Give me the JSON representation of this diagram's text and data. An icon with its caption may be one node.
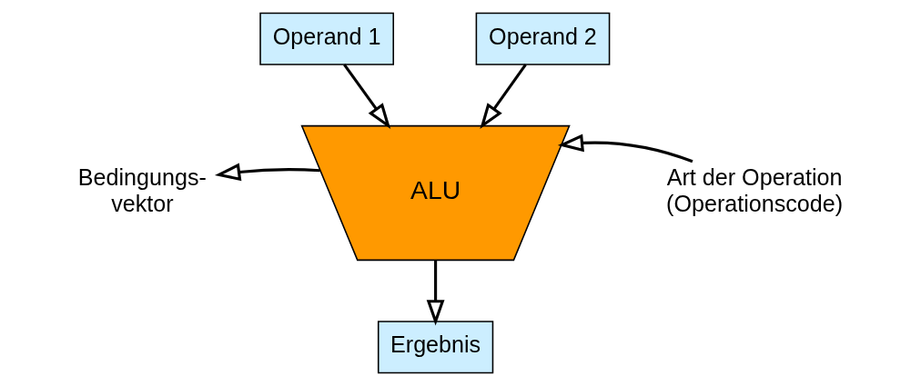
{
  "diagram": {
    "nodes": [
      {
        "text": [
          "Operand 1"
        ]
      },
      {
        "text": [
          "Operand 2"
        ]
      },
      {
        "text": [
          "ALU"
        ]
      },
      {
        "text": [
          "Bedingungs- vektor"
        ]
      },
      {
        "text": [
          "Art der Operation (Operationscode)"
        ]
      },
      {
        "text": [
          "Ergebnis"
        ]
      }
    ],
    "edges": [
      {
        "from": 0,
        "to": 2,
        "arrow": "to"
      },
      {
        "from": 1,
        "to": 2,
        "arrow": "to"
      },
      {
        "from": 2,
        "to": 3,
        "arrow": "to"
      },
      {
        "from": 4,
        "to": 2,
        "arrow": "to"
      },
      {
        "from": 2,
        "to": 5,
        "arrow": "to"
      }
    ]
  }
}
